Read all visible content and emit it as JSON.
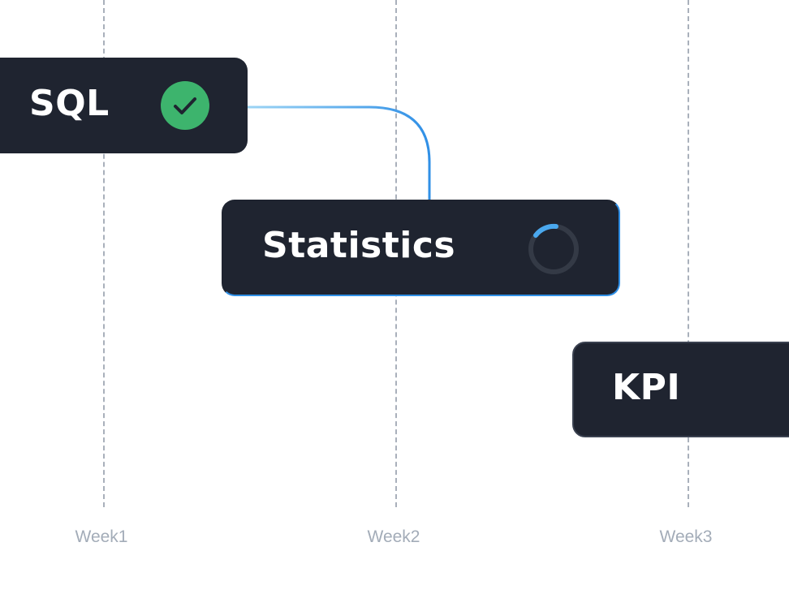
{
  "timeline": {
    "weeks": [
      "Week1",
      "Week2",
      "Week3"
    ]
  },
  "tasks": [
    {
      "label": "SQL",
      "status": "complete",
      "status_icon": "check-circle-icon",
      "status_color": "#3db46d"
    },
    {
      "label": "Statistics",
      "status": "in-progress",
      "status_icon": "loading-spinner-icon",
      "status_color": "#4aa8ee"
    },
    {
      "label": "KPI",
      "status": "pending"
    }
  ],
  "colors": {
    "card": "#1f2430",
    "connector": "#2f8fe6",
    "gridline": "#a9b0bb",
    "axis_text": "#a3acb8"
  }
}
